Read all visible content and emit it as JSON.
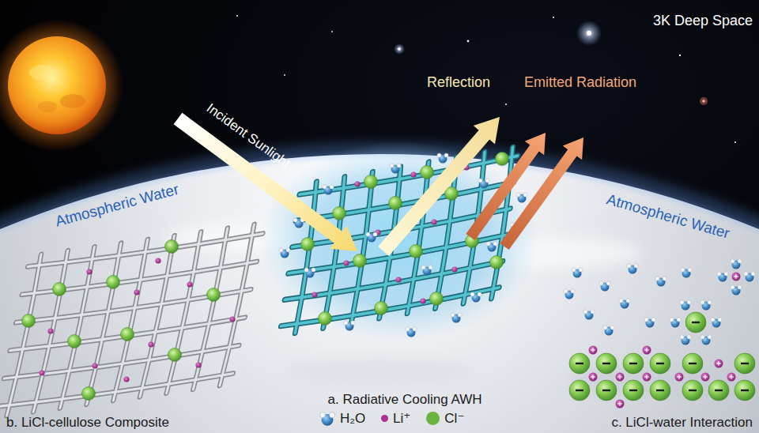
{
  "diagram": {
    "labels": [
      "3K Deep Space",
      "Incident Sunlight",
      "Reflection",
      "Emitted Radiation",
      "Atmospheric Water",
      "Atmospheric Water",
      "a. Radiative Cooling AWH",
      "b. LiCl-cellulose Composite",
      "c. LiCl-water Interaction"
    ],
    "legend": [
      {
        "text": "H₂O"
      },
      {
        "text": "Li⁺",
        "color": "#a8328e"
      },
      {
        "text": "Cl⁻",
        "color": "#6db33f"
      }
    ]
  }
}
